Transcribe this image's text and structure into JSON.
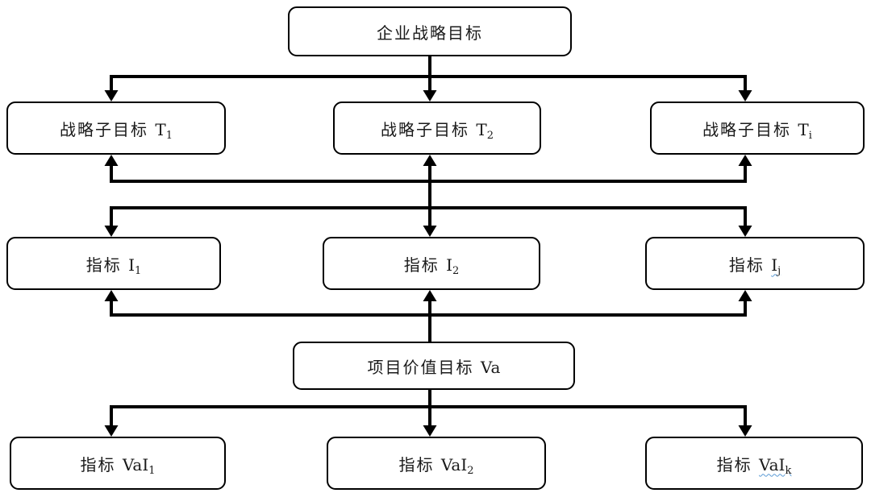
{
  "page": {
    "background": "#ffffff",
    "line_color": "#000000",
    "squiggle_color": "#5b9bd5"
  },
  "boxes": {
    "strategic_goal": {
      "zh": "企业战略目标",
      "latin": "",
      "sub": ""
    },
    "sub_goal_1": {
      "zh": "战略子目标 ",
      "latin": "T",
      "sub": "1"
    },
    "sub_goal_2": {
      "zh": "战略子目标 ",
      "latin": "T",
      "sub": "2"
    },
    "sub_goal_i": {
      "zh": "战略子目标 ",
      "latin": "T",
      "sub": "i"
    },
    "indicator_1": {
      "zh": "指标 ",
      "latin": "I",
      "sub": "1"
    },
    "indicator_2": {
      "zh": "指标 ",
      "latin": "I",
      "sub": "2"
    },
    "indicator_j": {
      "zh": "指标 ",
      "latin": "I",
      "sub": "j",
      "squiggle": true
    },
    "value_goal": {
      "zh": "项目价值目标 ",
      "latin": "Va",
      "sub": ""
    },
    "value_indicator_1": {
      "zh": "指标 ",
      "latin": "VaI",
      "sub": "1"
    },
    "value_indicator_2": {
      "zh": "指标 ",
      "latin": "VaI",
      "sub": "2"
    },
    "value_indicator_k": {
      "zh": "指标 ",
      "latin": "VaI",
      "sub": "k",
      "squiggle": true
    }
  }
}
